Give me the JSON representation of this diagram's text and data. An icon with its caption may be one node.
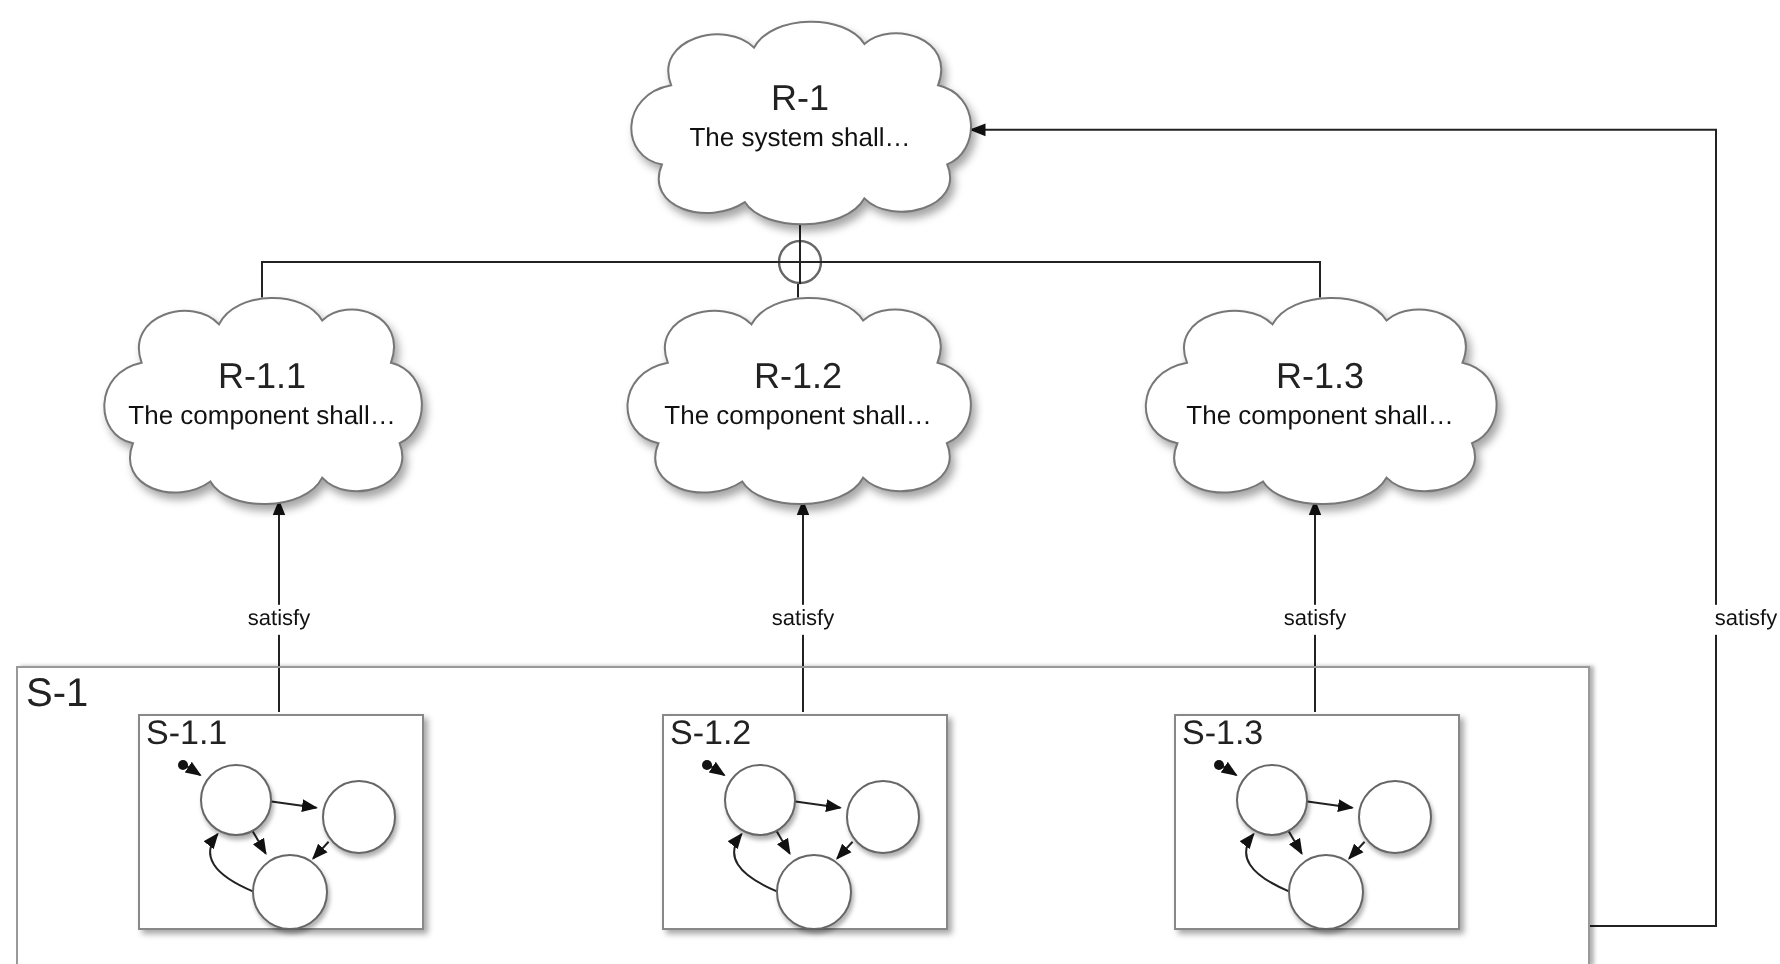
{
  "diagram": {
    "nodes": [
      {
        "text": [
          "R-1",
          "The system shall…"
        ]
      },
      {
        "text": [
          "R-1.1",
          "The component shall…"
        ]
      },
      {
        "text": [
          "R-1.2",
          "The component shall…"
        ]
      },
      {
        "text": [
          "R-1.3",
          "The component shall…"
        ]
      },
      {
        "text": [],
        "shape": "circle"
      },
      {
        "text": [
          "S-1"
        ]
      },
      {
        "text": [
          "S-1.1"
        ],
        "in": 5
      },
      {
        "text": [],
        "shape": "dot",
        "in": 6
      },
      {
        "text": [],
        "shape": "circle",
        "in": 6
      },
      {
        "text": [],
        "shape": "circle",
        "in": 6
      },
      {
        "text": [],
        "shape": "circle",
        "in": 6
      },
      {
        "text": [
          "S-1.2"
        ],
        "in": 5
      },
      {
        "text": [],
        "shape": "dot",
        "in": 11
      },
      {
        "text": [],
        "shape": "circle",
        "in": 11
      },
      {
        "text": [],
        "shape": "circle",
        "in": 11
      },
      {
        "text": [],
        "shape": "circle",
        "in": 11
      },
      {
        "text": [
          "S-1.3"
        ],
        "in": 5
      },
      {
        "text": [],
        "shape": "dot",
        "in": 16
      },
      {
        "text": [],
        "shape": "circle",
        "in": 16
      },
      {
        "text": [],
        "shape": "circle",
        "in": 16
      },
      {
        "text": [],
        "shape": "circle",
        "in": 16
      }
    ],
    "edges": [
      {
        "from": 1,
        "to": 4,
        "arrow": "none"
      },
      {
        "from": 2,
        "to": 4,
        "arrow": "none"
      },
      {
        "from": 3,
        "to": 4,
        "arrow": "none"
      },
      {
        "from": 4,
        "to": 0,
        "arrow": "none"
      },
      {
        "from": 6,
        "to": 1,
        "arrow": "to",
        "label": "satisfy"
      },
      {
        "from": 11,
        "to": 2,
        "arrow": "to",
        "label": "satisfy"
      },
      {
        "from": 16,
        "to": 3,
        "arrow": "to",
        "label": "satisfy"
      },
      {
        "from": 5,
        "to": 0,
        "arrow": "to",
        "label": "satisfy"
      },
      {
        "from": 7,
        "to": 8,
        "arrow": "to"
      },
      {
        "from": 8,
        "to": 9,
        "arrow": "to"
      },
      {
        "from": 8,
        "to": 10,
        "arrow": "to"
      },
      {
        "from": 9,
        "to": 10,
        "arrow": "to"
      },
      {
        "from": 10,
        "to": 8,
        "arrow": "to"
      },
      {
        "from": 12,
        "to": 13,
        "arrow": "to"
      },
      {
        "from": 13,
        "to": 14,
        "arrow": "to"
      },
      {
        "from": 13,
        "to": 15,
        "arrow": "to"
      },
      {
        "from": 14,
        "to": 15,
        "arrow": "to"
      },
      {
        "from": 15,
        "to": 13,
        "arrow": "to"
      },
      {
        "from": 17,
        "to": 18,
        "arrow": "to"
      },
      {
        "from": 18,
        "to": 19,
        "arrow": "to"
      },
      {
        "from": 18,
        "to": 20,
        "arrow": "to"
      },
      {
        "from": 19,
        "to": 20,
        "arrow": "to"
      },
      {
        "from": 20,
        "to": 18,
        "arrow": "to"
      }
    ]
  }
}
